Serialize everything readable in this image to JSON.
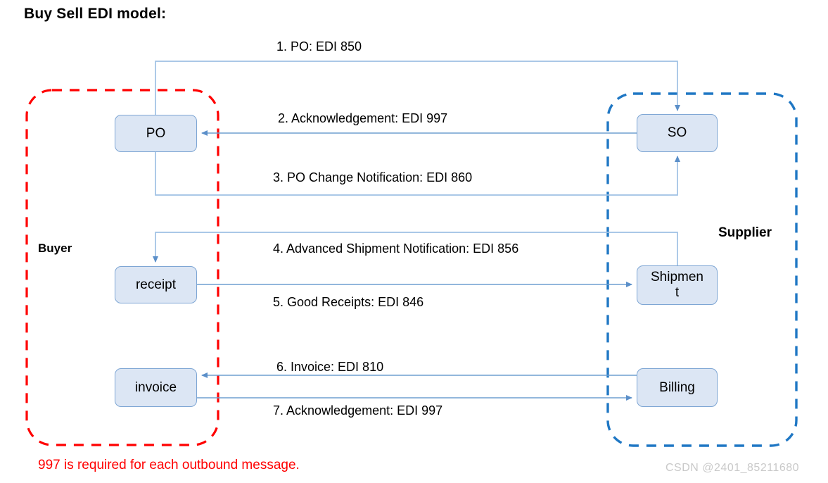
{
  "title": "Buy Sell  EDI  model:",
  "groups": [
    {
      "id": "buyer",
      "label": "Buyer",
      "color": "#ff0000",
      "style": "dashed"
    },
    {
      "id": "supplier",
      "label": "Supplier",
      "color": "#1f77c4",
      "style": "dashed"
    }
  ],
  "nodes": [
    {
      "id": "po",
      "label": "PO",
      "group": "buyer"
    },
    {
      "id": "receipt",
      "label": "receipt",
      "group": "buyer"
    },
    {
      "id": "invoice",
      "label": "invoice",
      "group": "buyer"
    },
    {
      "id": "so",
      "label": "SO",
      "group": "supplier"
    },
    {
      "id": "shipment",
      "label": "Shipmen t",
      "group": "supplier"
    },
    {
      "id": "billing",
      "label": "Billing",
      "group": "supplier"
    }
  ],
  "messages": [
    {
      "seq": "1.",
      "text": "PO: EDI 850",
      "label": "1.  PO: EDI 850",
      "from": "po",
      "to": "so"
    },
    {
      "seq": "2.",
      "text": "Acknowledgement: EDI 997",
      "label": "2.  Acknowledgement: EDI 997",
      "from": "so",
      "to": "po"
    },
    {
      "seq": "3.",
      "text": "PO Change Notification: EDI 860",
      "label": "3.  PO Change Notification: EDI 860",
      "from": "po",
      "to": "so"
    },
    {
      "seq": "4.",
      "text": "Advanced Shipment Notification: EDI 856",
      "label": "4.   Advanced Shipment Notification: EDI 856",
      "from": "shipment",
      "to": "receipt"
    },
    {
      "seq": "5.",
      "text": "Good Receipts: EDI 846",
      "label": "5.   Good Receipts: EDI 846",
      "from": "receipt",
      "to": "shipment"
    },
    {
      "seq": "6.",
      "text": "Invoice: EDI 810",
      "label": "6.   Invoice: EDI 810",
      "from": "billing",
      "to": "invoice"
    },
    {
      "seq": "7.",
      "text": "Acknowledgement: EDI 997",
      "label": "7.   Acknowledgement: EDI 997",
      "from": "invoice",
      "to": "billing"
    }
  ],
  "footnote": "997 is required for each outbound message.",
  "watermark": "CSDN @2401_85211680",
  "colors": {
    "node_fill": "#dce6f4",
    "node_stroke": "#7ea6d4",
    "connector": "#8fb4dc",
    "connector_dark": "#5b8fc9",
    "buyer_boundary": "#ff0000",
    "supplier_boundary": "#1f77c4",
    "footnote": "#ff0000",
    "watermark": "#c9c9c9"
  }
}
